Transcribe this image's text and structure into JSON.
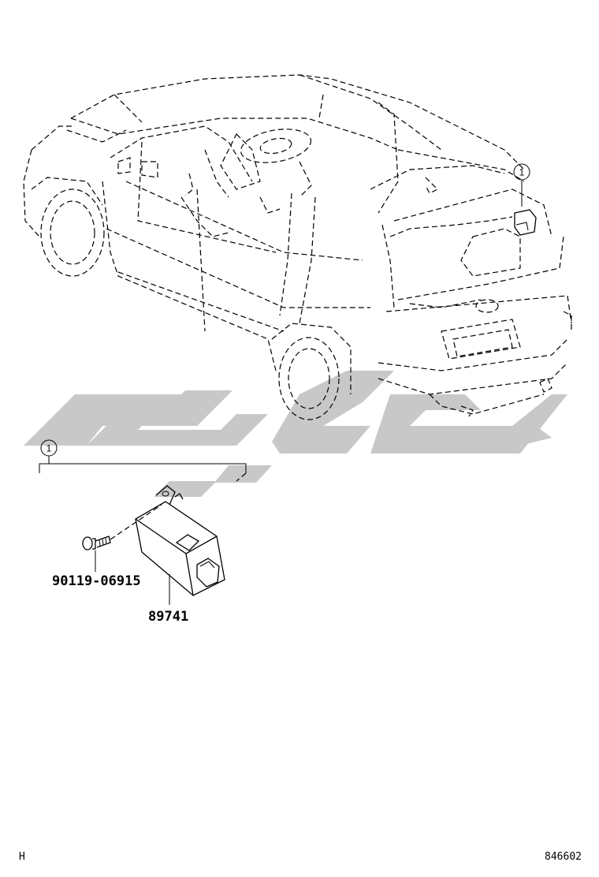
{
  "parts": {
    "callout_number": "1",
    "bolt_part_number": "90119-06915",
    "module_part_number": "89741"
  },
  "footer": {
    "left_code": "H",
    "illustration_code": "846602"
  },
  "icons": {
    "vehicle": "minivan-outline-icon",
    "bolt": "bolt-icon",
    "module": "control-module-icon",
    "watermark": "watermark-logo"
  }
}
